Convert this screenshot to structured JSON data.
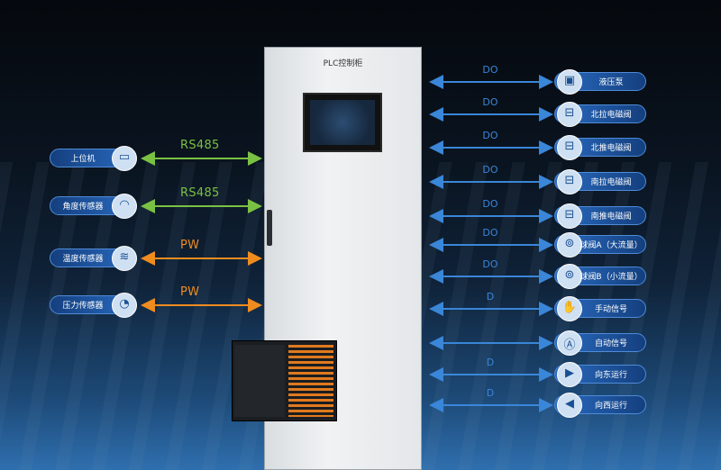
{
  "colors": {
    "green": "#7ac143",
    "orange": "#f08c1e",
    "blue": "#3a86d8"
  },
  "cabinet": {
    "title": "PLC控制柜"
  },
  "left": [
    {
      "label": "上位机",
      "signal": "RS485",
      "color": "green",
      "icon": "monitor-icon"
    },
    {
      "label": "角度传感器",
      "signal": "RS485",
      "color": "green",
      "icon": "angle-sensor-icon"
    },
    {
      "label": "温度传感器",
      "signal": "PW",
      "color": "orange",
      "icon": "temperature-sensor-icon"
    },
    {
      "label": "压力传感器",
      "signal": "PW",
      "color": "orange",
      "icon": "pressure-sensor-icon"
    }
  ],
  "right": [
    {
      "label": "液压泵",
      "signal": "DO",
      "icon": "pump-icon"
    },
    {
      "label": "北拉电磁阀",
      "signal": "DO",
      "icon": "valve-icon"
    },
    {
      "label": "北推电磁阀",
      "signal": "DO",
      "icon": "valve-icon"
    },
    {
      "label": "南拉电磁阀",
      "signal": "DO",
      "icon": "valve-icon"
    },
    {
      "label": "南推电磁阀",
      "signal": "DO",
      "icon": "valve-icon"
    },
    {
      "label": "球阀A（大流量）",
      "signal": "DO",
      "icon": "ball-valve-icon"
    },
    {
      "label": "球阀B（小流量）",
      "signal": "DO",
      "icon": "ball-valve-icon"
    },
    {
      "label": "手动信号",
      "signal": "D",
      "icon": "hand-icon"
    },
    {
      "label": "自动信号",
      "signal": "",
      "icon": "auto-icon"
    },
    {
      "label": "向东运行",
      "signal": "D",
      "icon": "east-arrow-icon"
    },
    {
      "label": "向西运行",
      "signal": "D",
      "icon": "west-arrow-icon"
    }
  ]
}
